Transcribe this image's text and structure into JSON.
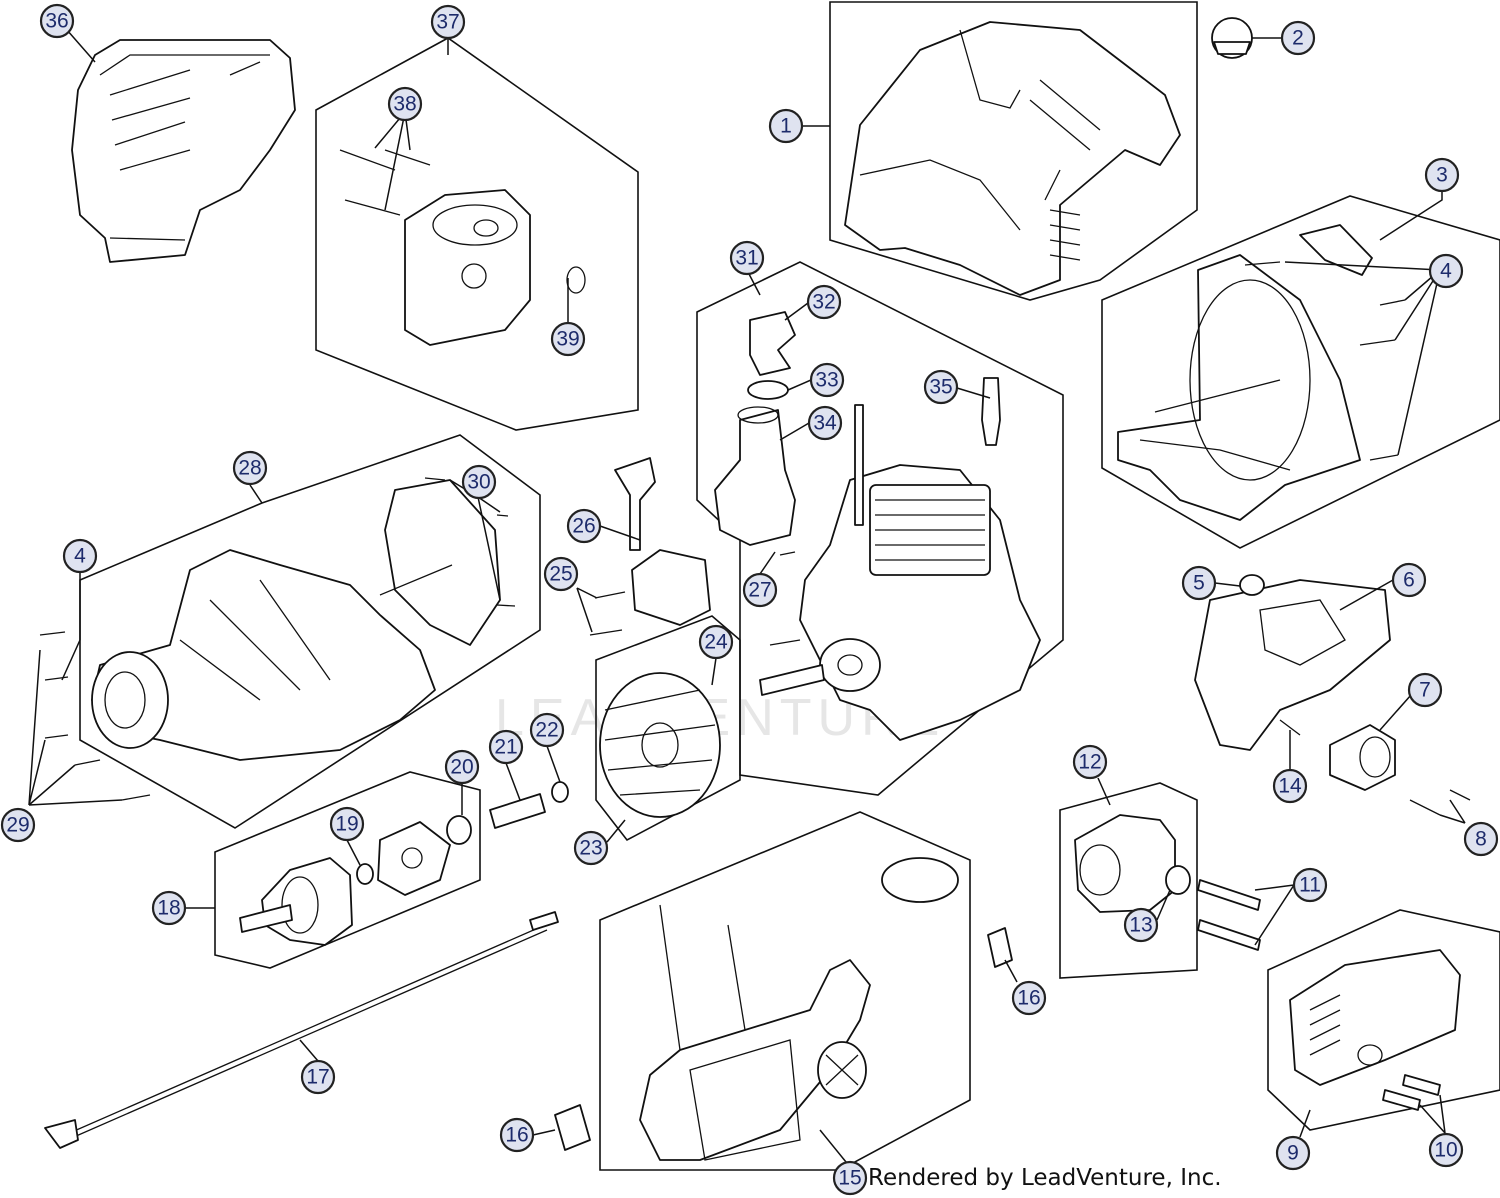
{
  "credit": "Rendered by LeadVenture, Inc.",
  "watermark": "LEADVENTURE",
  "callout_color": "#dfe3f0",
  "callouts": [
    {
      "id": "c36",
      "label": "36"
    },
    {
      "id": "c37",
      "label": "37"
    },
    {
      "id": "c38",
      "label": "38"
    },
    {
      "id": "c39",
      "label": "39"
    },
    {
      "id": "c1",
      "label": "1"
    },
    {
      "id": "c2",
      "label": "2"
    },
    {
      "id": "c3",
      "label": "3"
    },
    {
      "id": "c4a",
      "label": "4"
    },
    {
      "id": "c31",
      "label": "31"
    },
    {
      "id": "c32",
      "label": "32"
    },
    {
      "id": "c33",
      "label": "33"
    },
    {
      "id": "c34",
      "label": "34"
    },
    {
      "id": "c35",
      "label": "35"
    },
    {
      "id": "c28",
      "label": "28"
    },
    {
      "id": "c30",
      "label": "30"
    },
    {
      "id": "c4b",
      "label": "4"
    },
    {
      "id": "c26",
      "label": "26"
    },
    {
      "id": "c25",
      "label": "25"
    },
    {
      "id": "c27",
      "label": "27"
    },
    {
      "id": "c24",
      "label": "24"
    },
    {
      "id": "c5",
      "label": "5"
    },
    {
      "id": "c6",
      "label": "6"
    },
    {
      "id": "c7",
      "label": "7"
    },
    {
      "id": "c14",
      "label": "14"
    },
    {
      "id": "c8",
      "label": "8"
    },
    {
      "id": "c22",
      "label": "22"
    },
    {
      "id": "c21",
      "label": "21"
    },
    {
      "id": "c20",
      "label": "20"
    },
    {
      "id": "c19",
      "label": "19"
    },
    {
      "id": "c29",
      "label": "29"
    },
    {
      "id": "c23",
      "label": "23"
    },
    {
      "id": "c18",
      "label": "18"
    },
    {
      "id": "c12",
      "label": "12"
    },
    {
      "id": "c11",
      "label": "11"
    },
    {
      "id": "c13",
      "label": "13"
    },
    {
      "id": "c16a",
      "label": "16"
    },
    {
      "id": "c17",
      "label": "17"
    },
    {
      "id": "c16b",
      "label": "16"
    },
    {
      "id": "c15",
      "label": "15"
    },
    {
      "id": "c9",
      "label": "9"
    },
    {
      "id": "c10",
      "label": "10"
    }
  ]
}
